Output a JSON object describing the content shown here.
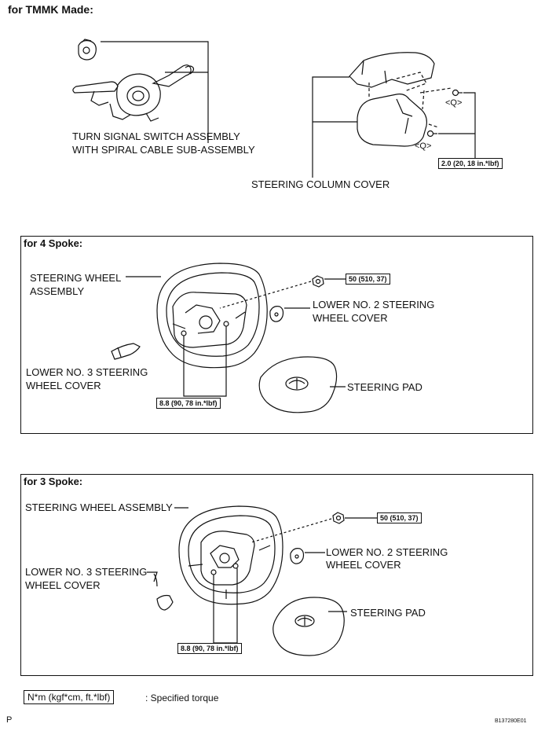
{
  "tmmk": {
    "title": "for TMMK Made:",
    "turn_signal_line1": "TURN SIGNAL SWITCH ASSEMBLY",
    "turn_signal_line2": "WITH SPIRAL CABLE SUB-ASSEMBLY",
    "column_cover": "STEERING COLUMN COVER",
    "q_label_1": "<Q>",
    "q_label_2": "<Q>",
    "torque": "2.0 (20, 18 in.*lbf)"
  },
  "four_spoke": {
    "title": "for 4 Spoke:",
    "wheel_line1": "STEERING WHEEL",
    "wheel_line2": "ASSEMBLY",
    "nut_torque": "50 (510, 37)",
    "lower2_line1": "LOWER NO. 2 STEERING",
    "lower2_line2": "WHEEL COVER",
    "lower3_line1": "LOWER NO. 3 STEERING",
    "lower3_line2": "WHEEL COVER",
    "pad": "STEERING PAD",
    "screw_torque": "8.8 (90, 78 in.*lbf)"
  },
  "three_spoke": {
    "title": "for 3 Spoke:",
    "wheel": "STEERING WHEEL ASSEMBLY",
    "nut_torque": "50 (510, 37)",
    "lower2_line1": "LOWER NO. 2 STEERING",
    "lower2_line2": "WHEEL COVER",
    "lower3_line1": "LOWER NO. 3 STEERING",
    "lower3_line2": "WHEEL COVER",
    "pad": "STEERING PAD",
    "screw_torque": "8.8 (90, 78 in.*lbf)"
  },
  "legend": {
    "box": "N*m (kgf*cm, ft.*lbf)",
    "text": ": Specified torque"
  },
  "footer": {
    "page_letter": "P",
    "figure_id": "B137280E01"
  }
}
